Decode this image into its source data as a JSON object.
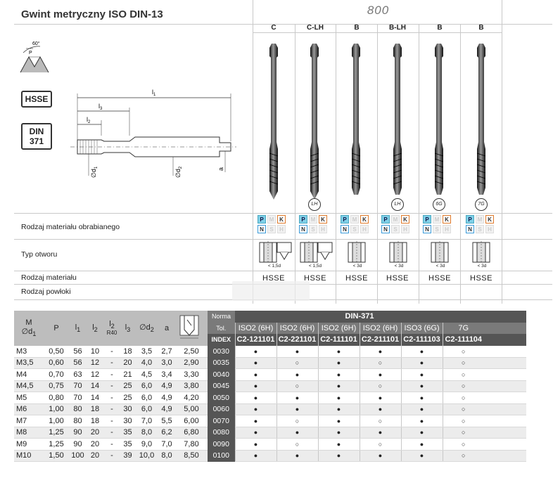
{
  "header": {
    "title": "Gwint metryczny ISO DIN-13",
    "series": "800",
    "columns": [
      "C",
      "C-LH",
      "B",
      "B-LH",
      "B",
      "B"
    ]
  },
  "profile": {
    "angle": "60°",
    "pitch": "P"
  },
  "badges": {
    "material": "HSSE",
    "standard_line1": "DIN",
    "standard_line2": "371"
  },
  "drawing_labels": {
    "l1": "l",
    "l1_sub": "1",
    "l3": "l",
    "l3_sub": "3",
    "l2": "l",
    "l2_sub": "2",
    "d1": "∅d",
    "d1_sub": "1",
    "d2": "∅d",
    "d2_sub": "2",
    "a": "a"
  },
  "tool_badges": [
    "LH",
    "LH",
    "6G",
    "7G"
  ],
  "rows": {
    "material_type": "Rodzaj materiału obrabianego",
    "hole_type": "Typ otworu",
    "tool_material": "Rodzaj materiału",
    "coating": "Rodzaj powłoki"
  },
  "material_letters": [
    "P",
    "M",
    "K",
    "N",
    "S",
    "H"
  ],
  "hole_notes": [
    "< 1,5d",
    "< 1,5d",
    "< 3d",
    "< 3d",
    "< 3d",
    "< 3d"
  ],
  "tool_materials": [
    "HSSE",
    "HSSE",
    "HSSE",
    "HSSE",
    "HSSE",
    "HSSE"
  ],
  "table": {
    "head": {
      "m": "M",
      "d1": "∅d",
      "d1_sub": "1",
      "p": "P",
      "l1": "l",
      "l1_sub": "1",
      "l2": "l",
      "l2_sub": "2",
      "l2r": "l",
      "l2r_sub": "2",
      "l2r_note": "R40",
      "l3": "l",
      "l3_sub": "3",
      "d2": "∅d",
      "d2_sub": "2",
      "a": "a",
      "norma": "Norma",
      "tol": "Tol.",
      "index": "INDEX",
      "standard": "DIN-371",
      "tolerances": [
        "ISO2 (6H)",
        "ISO2 (6H)",
        "ISO2 (6H)",
        "ISO2 (6H)",
        "ISO3 (6G)",
        "7G"
      ],
      "codes": [
        "C2-121101",
        "C2-221101",
        "C2-111101",
        "C2-211101",
        "C2-111103",
        "C2-111104"
      ]
    },
    "symbols": {
      "filled": "●",
      "empty": "○"
    },
    "data": [
      {
        "m": "M3",
        "p": "0,50",
        "l1": "56",
        "l2": "10",
        "l2r": "-",
        "l3": "18",
        "d2": "3,5",
        "a": "2,7",
        "drill": "2,50",
        "index": "0030",
        "avail": [
          1,
          1,
          1,
          1,
          1,
          0
        ]
      },
      {
        "m": "M3,5",
        "p": "0,60",
        "l1": "56",
        "l2": "12",
        "l2r": "-",
        "l3": "20",
        "d2": "4,0",
        "a": "3,0",
        "drill": "2,90",
        "index": "0035",
        "avail": [
          1,
          0,
          1,
          0,
          1,
          0
        ]
      },
      {
        "m": "M4",
        "p": "0,70",
        "l1": "63",
        "l2": "12",
        "l2r": "-",
        "l3": "21",
        "d2": "4,5",
        "a": "3,4",
        "drill": "3,30",
        "index": "0040",
        "avail": [
          1,
          1,
          1,
          1,
          1,
          0
        ]
      },
      {
        "m": "M4,5",
        "p": "0,75",
        "l1": "70",
        "l2": "14",
        "l2r": "-",
        "l3": "25",
        "d2": "6,0",
        "a": "4,9",
        "drill": "3,80",
        "index": "0045",
        "avail": [
          1,
          0,
          1,
          0,
          1,
          0
        ]
      },
      {
        "m": "M5",
        "p": "0,80",
        "l1": "70",
        "l2": "14",
        "l2r": "-",
        "l3": "25",
        "d2": "6,0",
        "a": "4,9",
        "drill": "4,20",
        "index": "0050",
        "avail": [
          1,
          1,
          1,
          1,
          1,
          0
        ]
      },
      {
        "m": "M6",
        "p": "1,00",
        "l1": "80",
        "l2": "18",
        "l2r": "-",
        "l3": "30",
        "d2": "6,0",
        "a": "4,9",
        "drill": "5,00",
        "index": "0060",
        "avail": [
          1,
          1,
          1,
          1,
          1,
          0
        ]
      },
      {
        "m": "M7",
        "p": "1,00",
        "l1": "80",
        "l2": "18",
        "l2r": "-",
        "l3": "30",
        "d2": "7,0",
        "a": "5,5",
        "drill": "6,00",
        "index": "0070",
        "avail": [
          1,
          0,
          1,
          0,
          1,
          0
        ]
      },
      {
        "m": "M8",
        "p": "1,25",
        "l1": "90",
        "l2": "20",
        "l2r": "-",
        "l3": "35",
        "d2": "8,0",
        "a": "6,2",
        "drill": "6,80",
        "index": "0080",
        "avail": [
          1,
          1,
          1,
          1,
          1,
          0
        ]
      },
      {
        "m": "M9",
        "p": "1,25",
        "l1": "90",
        "l2": "20",
        "l2r": "-",
        "l3": "35",
        "d2": "9,0",
        "a": "7,0",
        "drill": "7,80",
        "index": "0090",
        "avail": [
          1,
          0,
          1,
          0,
          1,
          0
        ]
      },
      {
        "m": "M10",
        "p": "1,50",
        "l1": "100",
        "l2": "20",
        "l2r": "-",
        "l3": "39",
        "d2": "10,0",
        "a": "8,0",
        "drill": "8,50",
        "index": "0100",
        "avail": [
          1,
          1,
          1,
          1,
          1,
          0
        ]
      }
    ]
  }
}
